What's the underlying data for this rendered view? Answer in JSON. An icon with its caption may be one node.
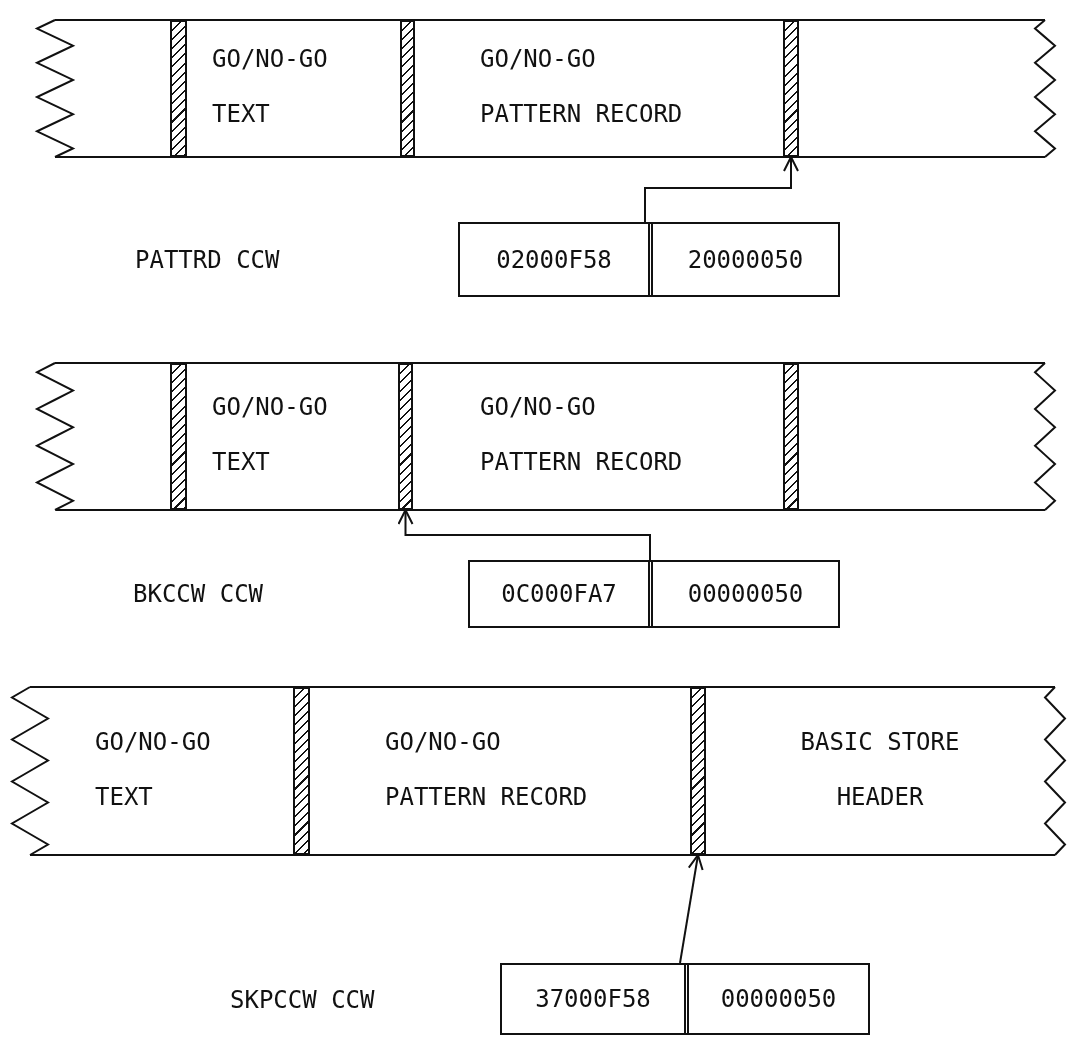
{
  "diagram": {
    "nodes": [
      {
        "text": [],
        "shape": "bar"
      },
      {
        "text": [
          "GO/NO-GO TEXT"
        ]
      },
      {
        "text": [],
        "shape": "bar"
      },
      {
        "text": [
          "GO/NO-GO PATTERN RECORD"
        ]
      },
      {
        "text": [],
        "shape": "bar"
      },
      {
        "text": [
          "02000F58",
          "20000050"
        ]
      },
      {
        "text": [],
        "shape": "bar"
      },
      {
        "text": [
          "GO/NO-GO TEXT"
        ]
      },
      {
        "text": [],
        "shape": "bar"
      },
      {
        "text": [
          "GO/NO-GO PATTERN RECORD"
        ]
      },
      {
        "text": [],
        "shape": "bar"
      },
      {
        "text": [
          "0C000FA7",
          "00000050"
        ]
      },
      {
        "text": [
          "GO/NO-GO TEXT"
        ]
      },
      {
        "text": [],
        "shape": "bar"
      },
      {
        "text": [
          "GO/NO-GO PATTERN RECORD"
        ]
      },
      {
        "text": [],
        "shape": "bar"
      },
      {
        "text": [
          "BASIC STORE HEADER"
        ]
      },
      {
        "text": [
          "37000F58",
          "00000050"
        ]
      }
    ],
    "labels": [
      "PATTRD CCW",
      "BKCCW CCW",
      "SKPCCW CCW"
    ],
    "edges": [
      {
        "from": 5,
        "to": 4,
        "arrow": "to"
      },
      {
        "from": 11,
        "to": 8,
        "arrow": "to"
      },
      {
        "from": 17,
        "to": 15,
        "arrow": "to"
      }
    ]
  }
}
